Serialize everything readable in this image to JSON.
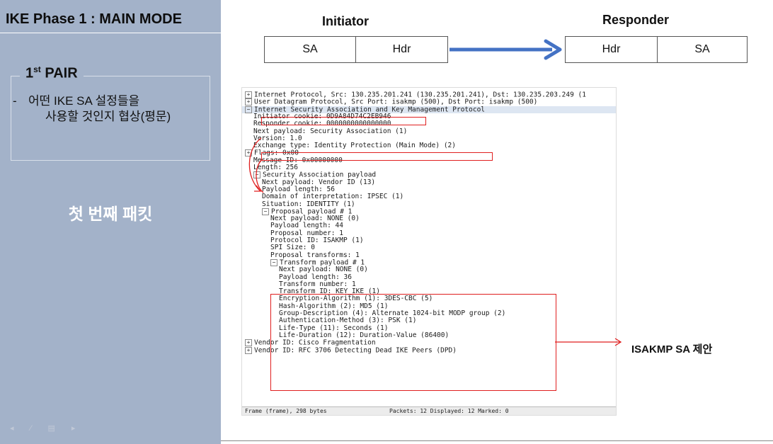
{
  "left_panel": {
    "title": "IKE Phase 1 : MAIN MODE",
    "pair_label_prefix": "1",
    "pair_label_sup": "st",
    "pair_label_suffix": " PAIR",
    "bullet_dash": "-",
    "bullet_line1": "어떤 IKE SA 설정들을",
    "bullet_line2": "사용할 것인지 협상(평문)",
    "first_packet": "첫 번째 패킷"
  },
  "header": {
    "initiator": "Initiator",
    "responder": "Responder",
    "initiator_cells": [
      "SA",
      "Hdr"
    ],
    "responder_cells": [
      "Hdr",
      "SA"
    ]
  },
  "capture": {
    "lines": [
      {
        "indent": 0,
        "exp": "+",
        "text": "Internet Protocol, Src: 130.235.201.241 (130.235.201.241), Dst: 130.235.203.249 (1"
      },
      {
        "indent": 0,
        "exp": "+",
        "text": "User Datagram Protocol, Src Port: isakmp (500), Dst Port: isakmp (500)"
      },
      {
        "indent": 0,
        "exp": "-",
        "text": "Internet Security Association and Key Management Protocol",
        "highlight": true
      },
      {
        "indent": 1,
        "exp": "",
        "text": "Initiator cookie: 0D9A84D74C2EB946"
      },
      {
        "indent": 1,
        "exp": "",
        "text": "Responder cookie: 0000000000000000"
      },
      {
        "indent": 1,
        "exp": "",
        "text": "Next payload: Security Association (1)"
      },
      {
        "indent": 1,
        "exp": "",
        "text": "Version: 1.0"
      },
      {
        "indent": 1,
        "exp": "",
        "text": "Exchange type: Identity Protection (Main Mode) (2)"
      },
      {
        "indent": 0,
        "exp": "+",
        "text": "Flags: 0x00"
      },
      {
        "indent": 1,
        "exp": "",
        "text": "Message ID: 0x00000000"
      },
      {
        "indent": 1,
        "exp": "",
        "text": "Length: 256"
      },
      {
        "indent": 1,
        "exp": "-",
        "text": "Security Association payload"
      },
      {
        "indent": 2,
        "exp": "",
        "text": "Next payload: Vendor ID (13)"
      },
      {
        "indent": 2,
        "exp": "",
        "text": "Payload length: 56"
      },
      {
        "indent": 2,
        "exp": "",
        "text": "Domain of interpretation: IPSEC (1)"
      },
      {
        "indent": 2,
        "exp": "",
        "text": "Situation: IDENTITY (1)"
      },
      {
        "indent": 2,
        "exp": "-",
        "text": "Proposal payload # 1"
      },
      {
        "indent": 3,
        "exp": "",
        "text": "Next payload: NONE (0)"
      },
      {
        "indent": 3,
        "exp": "",
        "text": "Payload length: 44"
      },
      {
        "indent": 3,
        "exp": "",
        "text": "Proposal number: 1"
      },
      {
        "indent": 3,
        "exp": "",
        "text": "Protocol ID: ISAKMP (1)"
      },
      {
        "indent": 3,
        "exp": "",
        "text": "SPI Size: 0"
      },
      {
        "indent": 3,
        "exp": "",
        "text": "Proposal transforms: 1"
      },
      {
        "indent": 3,
        "exp": "-",
        "text": "Transform payload # 1"
      },
      {
        "indent": 4,
        "exp": "",
        "text": "Next payload: NONE (0)"
      },
      {
        "indent": 4,
        "exp": "",
        "text": "Payload length: 36"
      },
      {
        "indent": 4,
        "exp": "",
        "text": "Transform number: 1"
      },
      {
        "indent": 4,
        "exp": "",
        "text": "Transform ID: KEY_IKE (1)"
      },
      {
        "indent": 4,
        "exp": "",
        "text": "Encryption-Algorithm (1): 3DES-CBC (5)"
      },
      {
        "indent": 4,
        "exp": "",
        "text": "Hash-Algorithm (2): MD5 (1)"
      },
      {
        "indent": 4,
        "exp": "",
        "text": "Group-Description (4): Alternate 1024-bit MODP group (2)"
      },
      {
        "indent": 4,
        "exp": "",
        "text": "Authentication-Method (3): PSK (1)"
      },
      {
        "indent": 4,
        "exp": "",
        "text": "Life-Type (11): Seconds (1)"
      },
      {
        "indent": 4,
        "exp": "",
        "text": "Life-Duration (12): Duration-Value (86400)"
      },
      {
        "indent": 0,
        "exp": "+",
        "text": "Vendor ID: Cisco Fragmentation"
      },
      {
        "indent": 0,
        "exp": "+",
        "text": "Vendor ID: RFC 3706 Detecting Dead IKE Peers (DPD)"
      }
    ],
    "status_frame": "Frame (frame), 298 bytes",
    "status_packets": "Packets: 12 Displayed: 12 Marked: 0"
  },
  "annotation": "ISAKMP SA 제안",
  "colors": {
    "left_panel_bg": "#a3b2c9",
    "arrow_blue": "#4472c4",
    "highlight_red": "#e01f1f"
  }
}
